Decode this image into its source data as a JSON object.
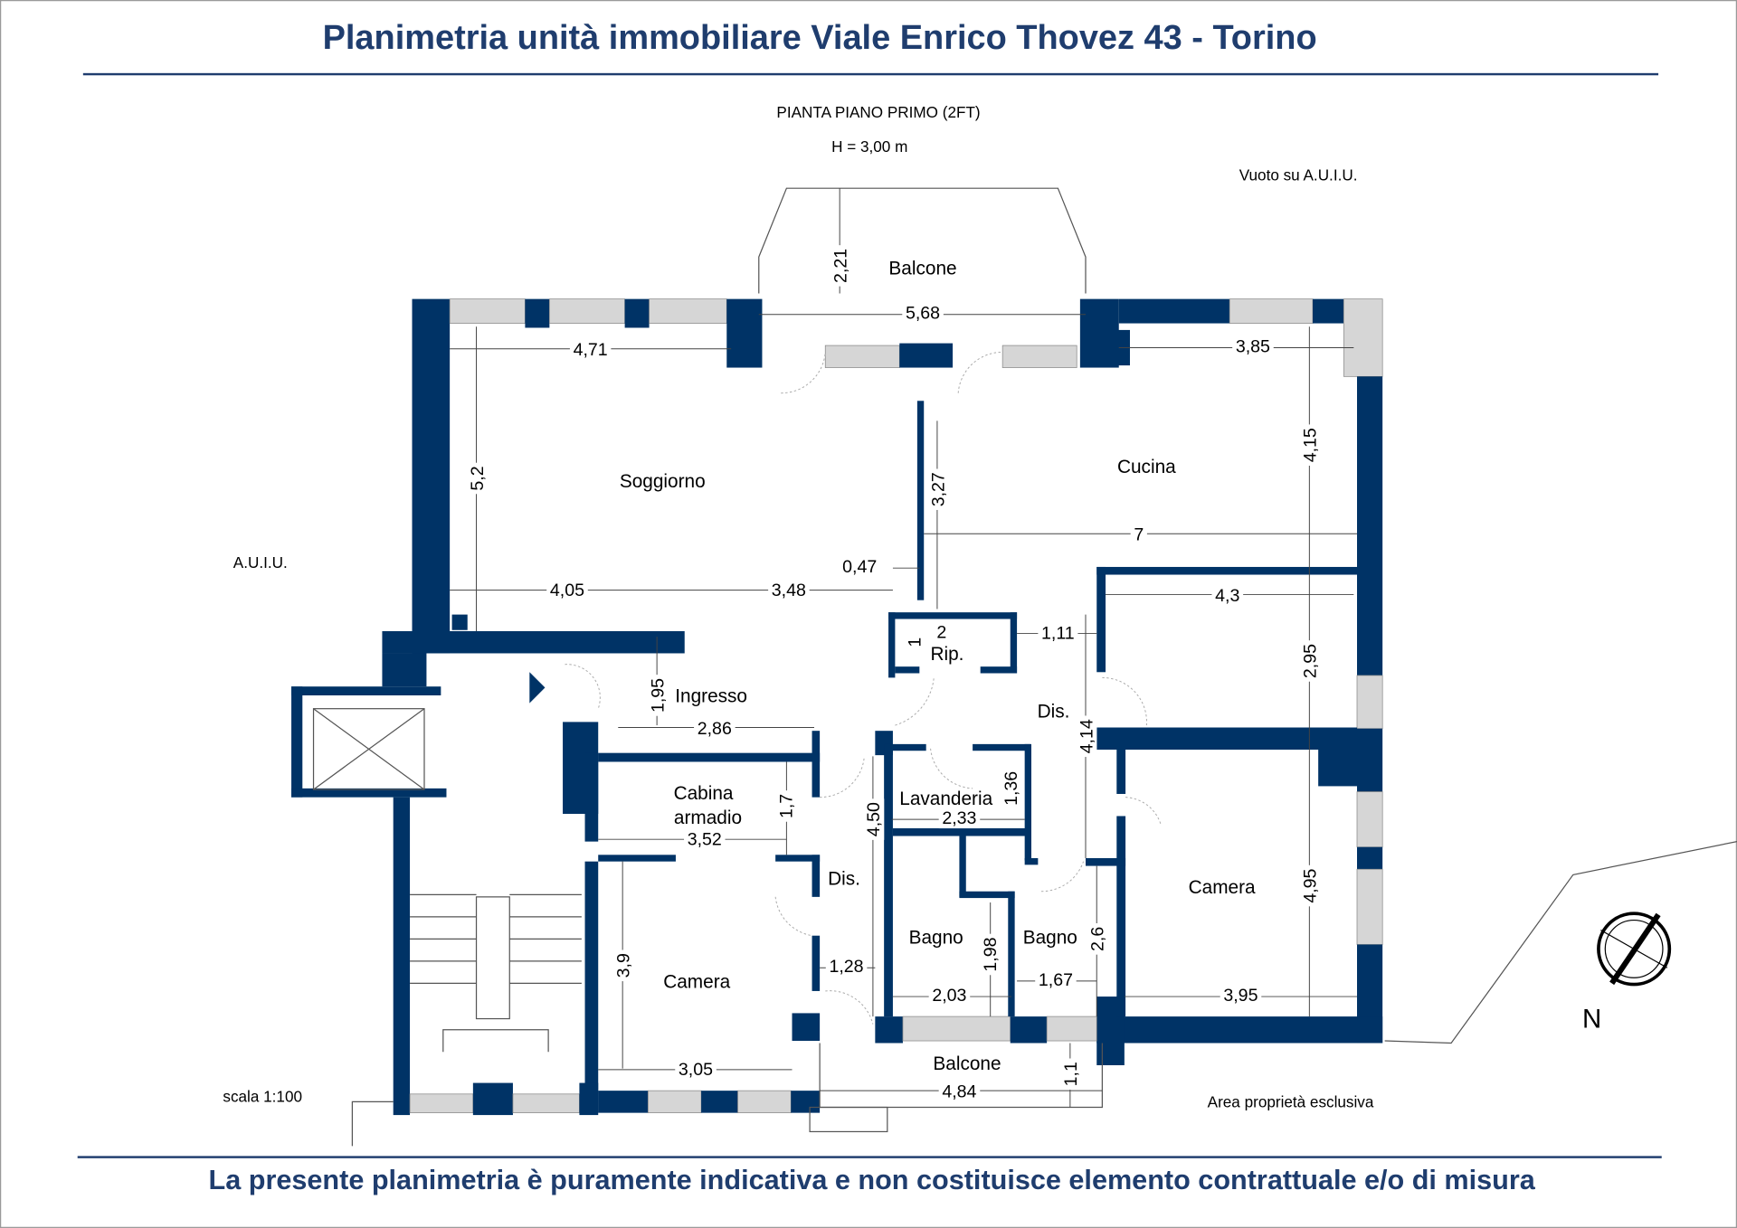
{
  "title": "Planimetria unità immobiliare Viale Enrico Thovez 43  - Torino",
  "footer": "La presente planimetria è puramente indicativa e non costituisce elemento contrattuale e/o di misura",
  "header": {
    "plan": "PIANTA PIANO PRIMO (2FT)",
    "height": "H = 3,00 m"
  },
  "notes": {
    "vuoto": "Vuoto su A.U.I.U.",
    "auiu": "A.U.I.U.",
    "scale": "scala 1:100",
    "area": "Area proprietà esclusiva",
    "north": "N"
  },
  "rooms": [
    "Balcone",
    "Soggiorno",
    "Cucina",
    "Rip.",
    "Ingresso",
    "Dis.",
    "Cabina",
    "armadio",
    "Lavanderia",
    "Dis.",
    "Bagno",
    "Bagno",
    "Camera",
    "Camera",
    "Balcone"
  ],
  "dimensions": [
    "2,21",
    "5,68",
    "4,71",
    "3,85",
    "5,2",
    "3,27",
    "4,15",
    "7",
    "0,47",
    "4,05",
    "3,48",
    "4,3",
    "2",
    "1",
    "1,11",
    "2,95",
    "1,95",
    "2,86",
    "4,14",
    "1,36",
    "2,33",
    "1,7",
    "3,52",
    "4,50",
    "2,6",
    "3,9",
    "1,28",
    "1,98",
    "2,03",
    "1,67",
    "3,95",
    "4,95",
    "3,05",
    "1,1",
    "4,84"
  ],
  "colors": {
    "wall": "#003366",
    "title": "#1f3d6e",
    "window": "#d6d6d6"
  }
}
